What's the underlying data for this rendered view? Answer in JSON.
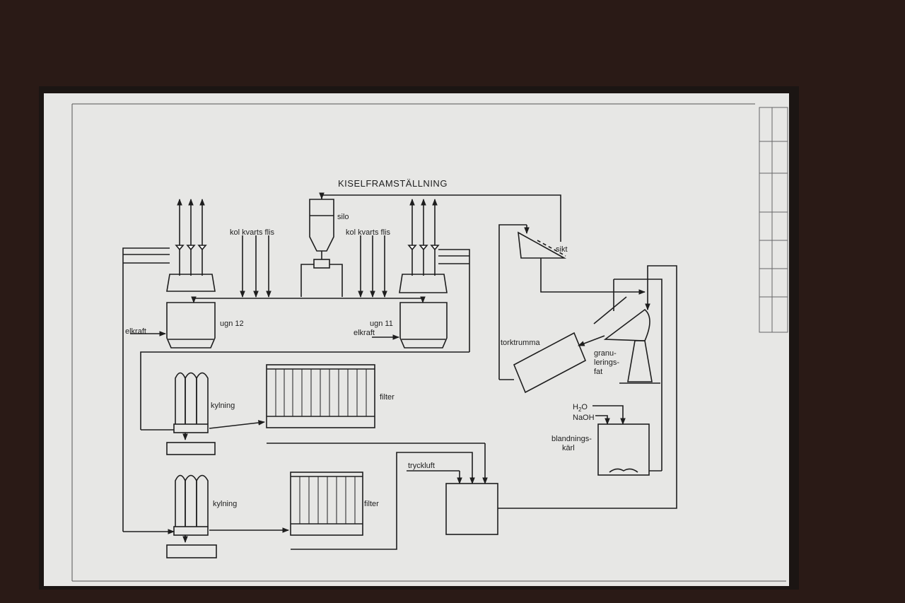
{
  "diagram": {
    "title": "KISELFRAMSTÄLLNING",
    "labels": {
      "silo": "silo",
      "inputs_left": "kol kvarts flis",
      "inputs_right": "kol kvarts flis",
      "furnace_12": "ugn 12",
      "furnace_11": "ugn 11",
      "power_left": "elkraft",
      "power_right": "elkraft",
      "sieve": "sikt",
      "dryer": "torktrumma",
      "granulation_1": "granu-",
      "granulation_2": "lerings-",
      "granulation_3": "fat",
      "cooling_1": "kylning",
      "cooling_2": "kylning",
      "filter_1": "filter",
      "filter_2": "filter",
      "water": "H",
      "water_sub": "2",
      "water_o": "O",
      "naoh": "NaOH",
      "mixing_1": "blandnings-",
      "mixing_2": "kärl",
      "compressed_air": "tryckluft"
    }
  }
}
